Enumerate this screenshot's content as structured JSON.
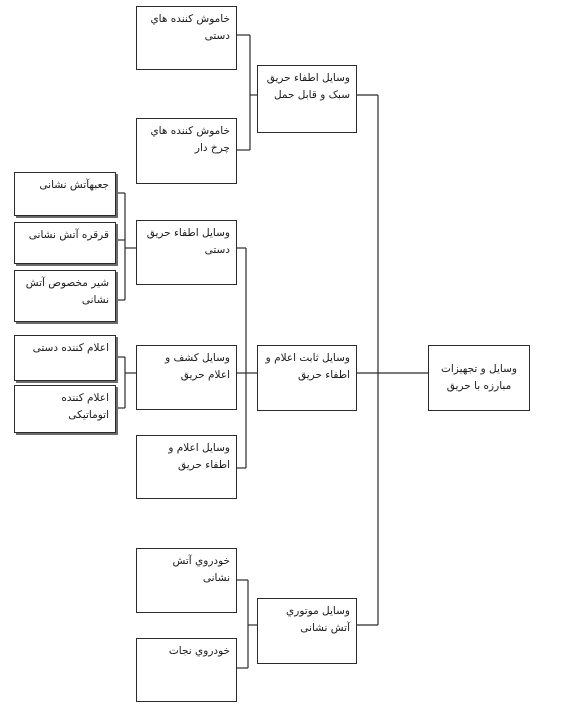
{
  "diagram": {
    "root": "وسایل و تجهیزات مبارزه با حریق",
    "categories": [
      {
        "key": "portable",
        "label": "وسایل اطفاء حریق سبک و قابل حمل",
        "children": [
          {
            "key": "portable_ext",
            "label": "خاموش کننده هاي دستی"
          },
          {
            "key": "wheeled_ext",
            "label": "خاموش کننده هاي چرخ دار"
          }
        ]
      },
      {
        "key": "fixed",
        "label": "وسایل ثابت اعلام و اطفاء حریق",
        "children": [
          {
            "key": "manual_ext",
            "label": "وسایل اطفاء حریق دستی",
            "children": [
              {
                "key": "fire_box",
                "label": "جعبهآتش نشانی"
              },
              {
                "key": "hose_reel",
                "label": "قرقره آتش نشانی"
              },
              {
                "key": "hydrant",
                "label": "شیر مخصوص آتش نشانی"
              }
            ]
          },
          {
            "key": "detection",
            "label": "وسایل کشف و اعلام حریق",
            "children": [
              {
                "key": "manual_alarm",
                "label": "اعلام کننده دستی"
              },
              {
                "key": "auto_alarm",
                "label": "اعلام کننده اتوماتیکی"
              }
            ]
          },
          {
            "key": "alarm_ext",
            "label": "وسایل اعلام و اطفاء حریق"
          }
        ]
      },
      {
        "key": "vehicles",
        "label": "وسایل موتوري آتش نشانی",
        "children": [
          {
            "key": "fire_truck",
            "label": "خودروي آتش نشانی"
          },
          {
            "key": "rescue_truck",
            "label": "خودروي نجات"
          }
        ]
      }
    ]
  }
}
